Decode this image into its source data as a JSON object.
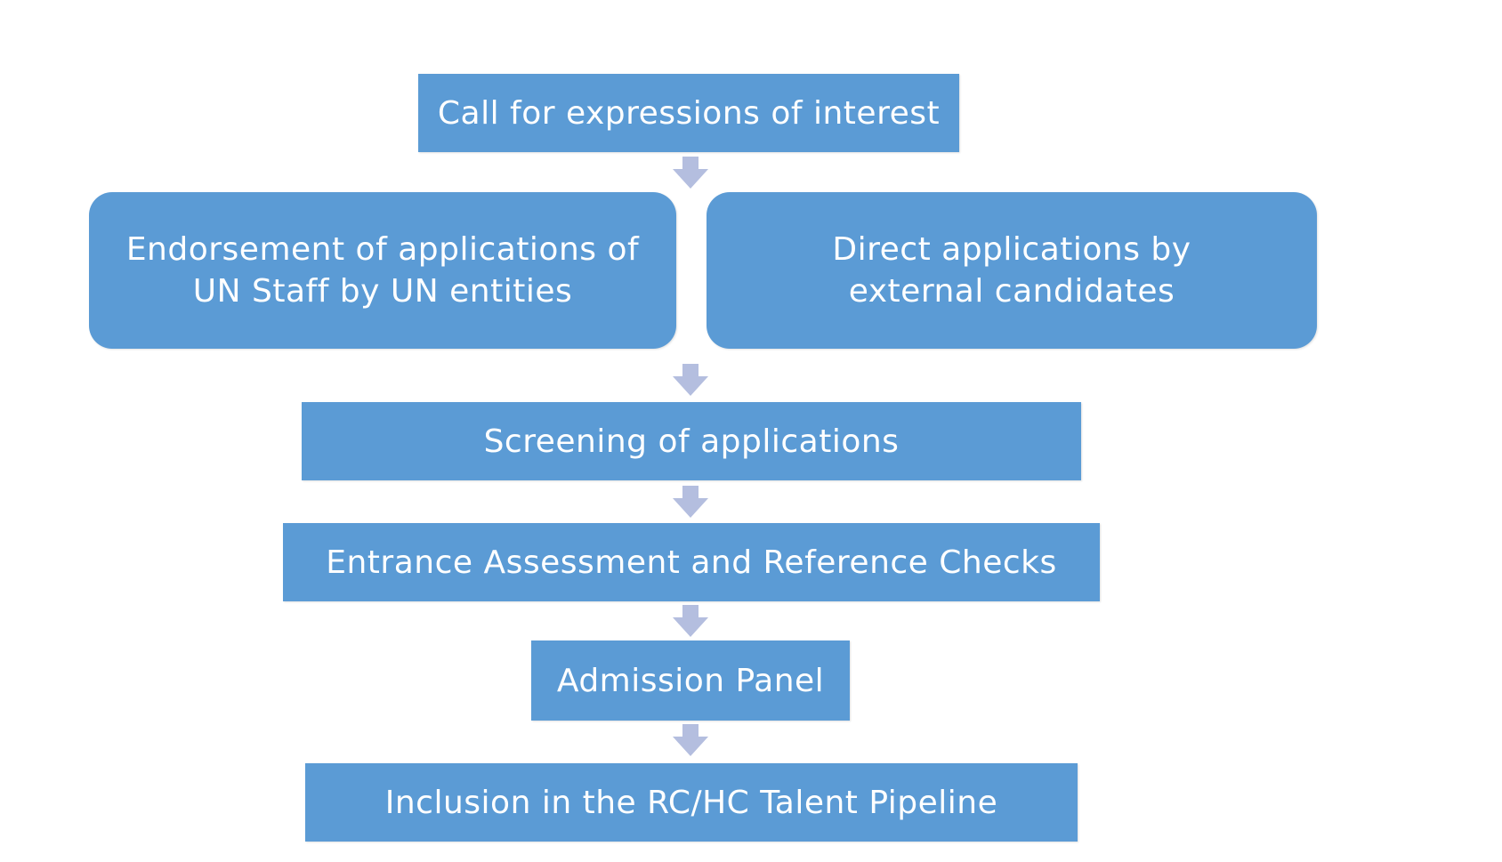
{
  "colors": {
    "box_fill": "#5b9bd5",
    "box_text": "#ffffff",
    "arrow_fill": "#b4bedf",
    "background": "#ffffff"
  },
  "flowchart": {
    "call": "Call for expressions of interest",
    "endorsement": "Endorsement of applications of UN Staff by UN entities",
    "direct": "Direct applications by external candidates",
    "screening": "Screening of applications",
    "assessment": "Entrance Assessment and Reference Checks",
    "panel": "Admission Panel",
    "inclusion": "Inclusion in the RC/HC Talent Pipeline"
  }
}
